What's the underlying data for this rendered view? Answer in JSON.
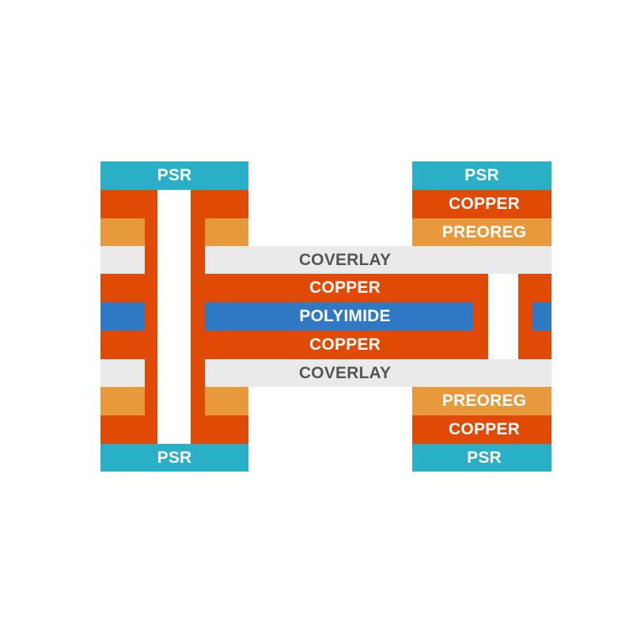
{
  "colors": {
    "psr": "#29b0c6",
    "copper": "#e04a05",
    "preoreg": "#e8993c",
    "coverlay": "#eaeaea",
    "polyimide": "#2f78c4",
    "background": "#ffffff"
  },
  "labels": {
    "psr_left_top": "PSR",
    "psr_left_bottom": "PSR",
    "psr_right_top": "PSR",
    "psr_right_bottom": "PSR",
    "copper_right_top": "COPPER",
    "preoreg_right_top": "PREOREG",
    "coverlay_top": "COVERLAY",
    "copper_center_top": "COPPER",
    "polyimide_center": "POLYIMIDE",
    "copper_center_bottom": "COPPER",
    "coverlay_bottom": "COVERLAY",
    "preoreg_right_bottom": "PREOREG",
    "copper_right_bottom": "COPPER"
  }
}
